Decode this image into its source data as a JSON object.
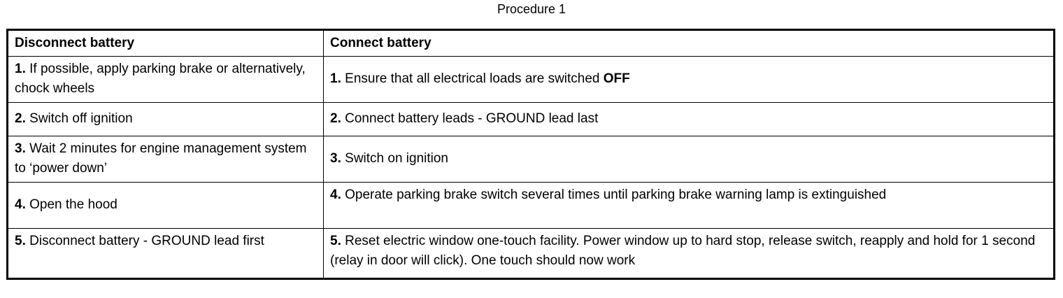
{
  "title": "Procedure 1",
  "table": {
    "headers": {
      "left": "Disconnect battery",
      "right": "Connect battery"
    },
    "left_column": [
      {
        "number": "1.",
        "text_before": "If possible, apply parking brake or alternatively, chock wheels",
        "emphasis": "",
        "text_after": ""
      },
      {
        "number": "2.",
        "text_before": "Switch off ignition",
        "emphasis": "",
        "text_after": ""
      },
      {
        "number": "3.",
        "text_before": "Wait 2 minutes for engine management system to ‘power down’",
        "emphasis": "",
        "text_after": ""
      },
      {
        "number": "4.",
        "text_before": "Open the hood",
        "emphasis": "",
        "text_after": ""
      },
      {
        "number": "5.",
        "text_before": "Disconnect battery - GROUND lead first",
        "emphasis": "",
        "text_after": ""
      }
    ],
    "right_column": [
      {
        "number": "1.",
        "text_before": "Ensure that all electrical loads are switched ",
        "emphasis": "OFF",
        "text_after": ""
      },
      {
        "number": "2.",
        "text_before": "Connect battery leads - GROUND lead last",
        "emphasis": "",
        "text_after": ""
      },
      {
        "number": "3.",
        "text_before": "Switch on ignition",
        "emphasis": "",
        "text_after": ""
      },
      {
        "number": "4.",
        "text_before": "Operate parking brake switch several times until parking brake warning lamp is extinguished",
        "emphasis": "",
        "text_after": ""
      },
      {
        "number": "5.",
        "text_before": "Reset electric window one-touch facility. Power window up to hard stop, release switch, reapply and hold for 1 second (relay in door will click). One touch should now work",
        "emphasis": "",
        "text_after": ""
      }
    ]
  },
  "colors": {
    "border": "#000000",
    "text": "#000000",
    "background": "#ffffff"
  }
}
